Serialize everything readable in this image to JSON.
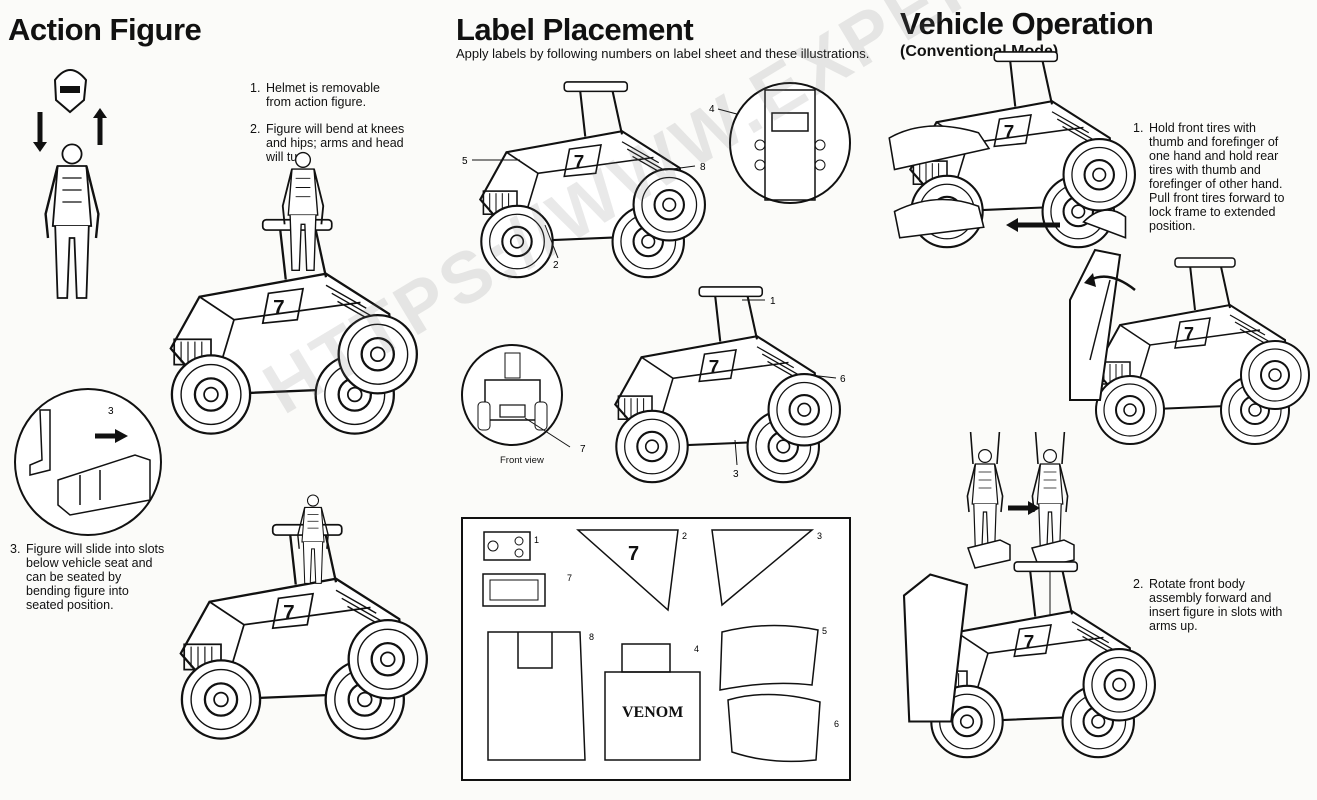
{
  "sections": {
    "action_figure": {
      "title": "Action Figure",
      "steps": [
        {
          "num": "1.",
          "text": "Helmet is removable\nfrom action figure."
        },
        {
          "num": "2.",
          "text": "Figure will bend at knees\nand hips; arms and head\nwill turn."
        },
        {
          "num": "3.",
          "text": "Figure will slide into slots\nbelow vehicle seat and\ncan be seated by\nbending figure into\nseated position."
        }
      ],
      "inset_number": "3"
    },
    "label_placement": {
      "title": "Label Placement",
      "subtitle": "Apply labels by following numbers on label sheet and these illustrations.",
      "front_view_caption": "Front view",
      "callouts": [
        "1",
        "2",
        "3",
        "4",
        "5",
        "6",
        "7",
        "8"
      ],
      "label_sheet_numbers": [
        "1",
        "2",
        "3",
        "7",
        "8",
        "4",
        "5",
        "6"
      ],
      "label_text": "VENOM",
      "label_digit": "7"
    },
    "vehicle_operation": {
      "title": "Vehicle Operation",
      "subtitle": "(Conventional Mode)",
      "steps": [
        {
          "num": "1.",
          "text": "Hold front tires with\nthumb and forefinger of\none hand and hold rear\ntires with thumb and\nforefinger of other hand.\nPull front tires forward to\nlock frame to extended\nposition."
        },
        {
          "num": "2.",
          "text": "Rotate front body\nassembly forward and\ninsert figure in slots with\narms up."
        }
      ]
    }
  },
  "watermark": "HTTPS://WWW.EXPERTPENDING.COM/MASK"
}
